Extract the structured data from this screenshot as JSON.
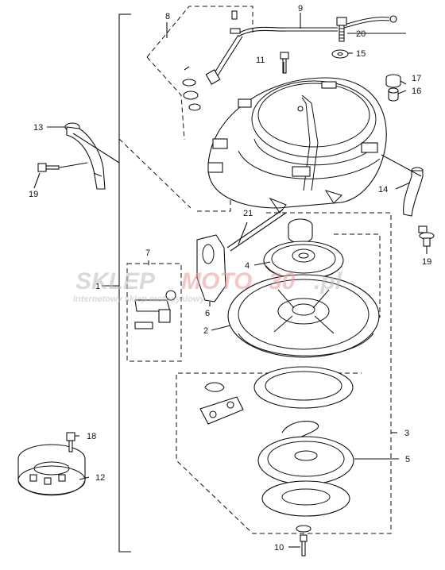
{
  "watermark": {
    "brand_a": "SKLEP",
    "brand_b": "MOTO",
    "brand_c": "30",
    "brand_d": ".pl",
    "tagline": "internetowy sklep motocyklowy"
  },
  "labels": {
    "p1": "1",
    "p2": "2",
    "p3": "3",
    "p4": "4",
    "p5": "5",
    "p6": "6",
    "p7": "7",
    "p8": "8",
    "p9": "9",
    "p10": "10",
    "p11": "11",
    "p12": "12",
    "p13": "13",
    "p14": "14",
    "p15": "15",
    "p16": "16",
    "p17": "17",
    "p18": "18",
    "p19a": "19",
    "p19b": "19",
    "p20": "20",
    "p21": "21"
  },
  "colors": {
    "line": "#111111",
    "watermark_gray": "#bbbbbb",
    "watermark_red": "#e89a9a"
  }
}
